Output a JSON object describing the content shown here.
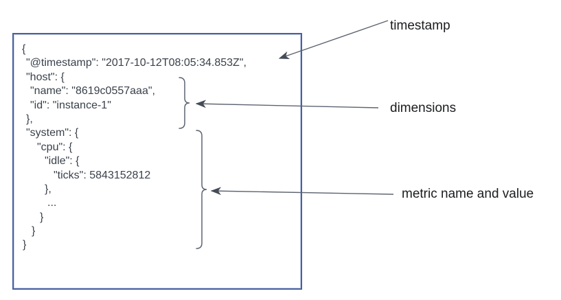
{
  "code": {
    "lines": [
      "{",
      "\"@timestamp\": \"2017-10-12T08:05:34.853Z\",",
      "\"host\": {",
      "\"name\": \"8619c0557aaa\",",
      "\"id\": \"instance-1\"",
      "},",
      "\"system\": {",
      "\"cpu\": {",
      "\"idle\": {",
      "\"ticks\": 5843152812",
      "},",
      "...",
      "}",
      "}",
      "}"
    ]
  },
  "annotations": [
    {
      "label": "timestamp"
    },
    {
      "label": "dimensions"
    },
    {
      "label": "metric name and value"
    }
  ],
  "colors": {
    "box_border": "#46619d",
    "code_text": "#3a414b",
    "label_text": "#1b1c1e",
    "annotation_lines": "#5c6370",
    "arrowhead": "#454c58"
  }
}
